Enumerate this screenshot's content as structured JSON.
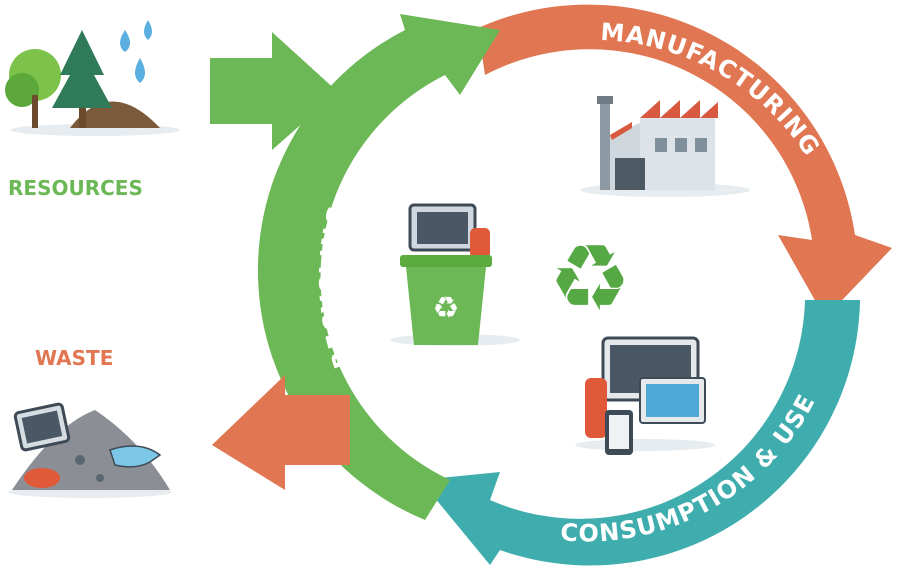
{
  "labels": {
    "resources": "RESOURCES",
    "waste": "WASTE",
    "manufacturing": "MANUFACTURING",
    "consumption": "CONSUMPTION & USE",
    "recycling": "RECYCLING"
  },
  "colors": {
    "green": "#6cb856",
    "orange": "#e07652",
    "teal": "#3fadae",
    "resources_text": "#6cb856",
    "waste_text": "#e07652"
  },
  "icons": [
    "forest-icon",
    "water-drops-icon",
    "factory-icon",
    "devices-icon",
    "recycle-bin-icon",
    "recycle-symbol-icon",
    "waste-pile-icon"
  ]
}
